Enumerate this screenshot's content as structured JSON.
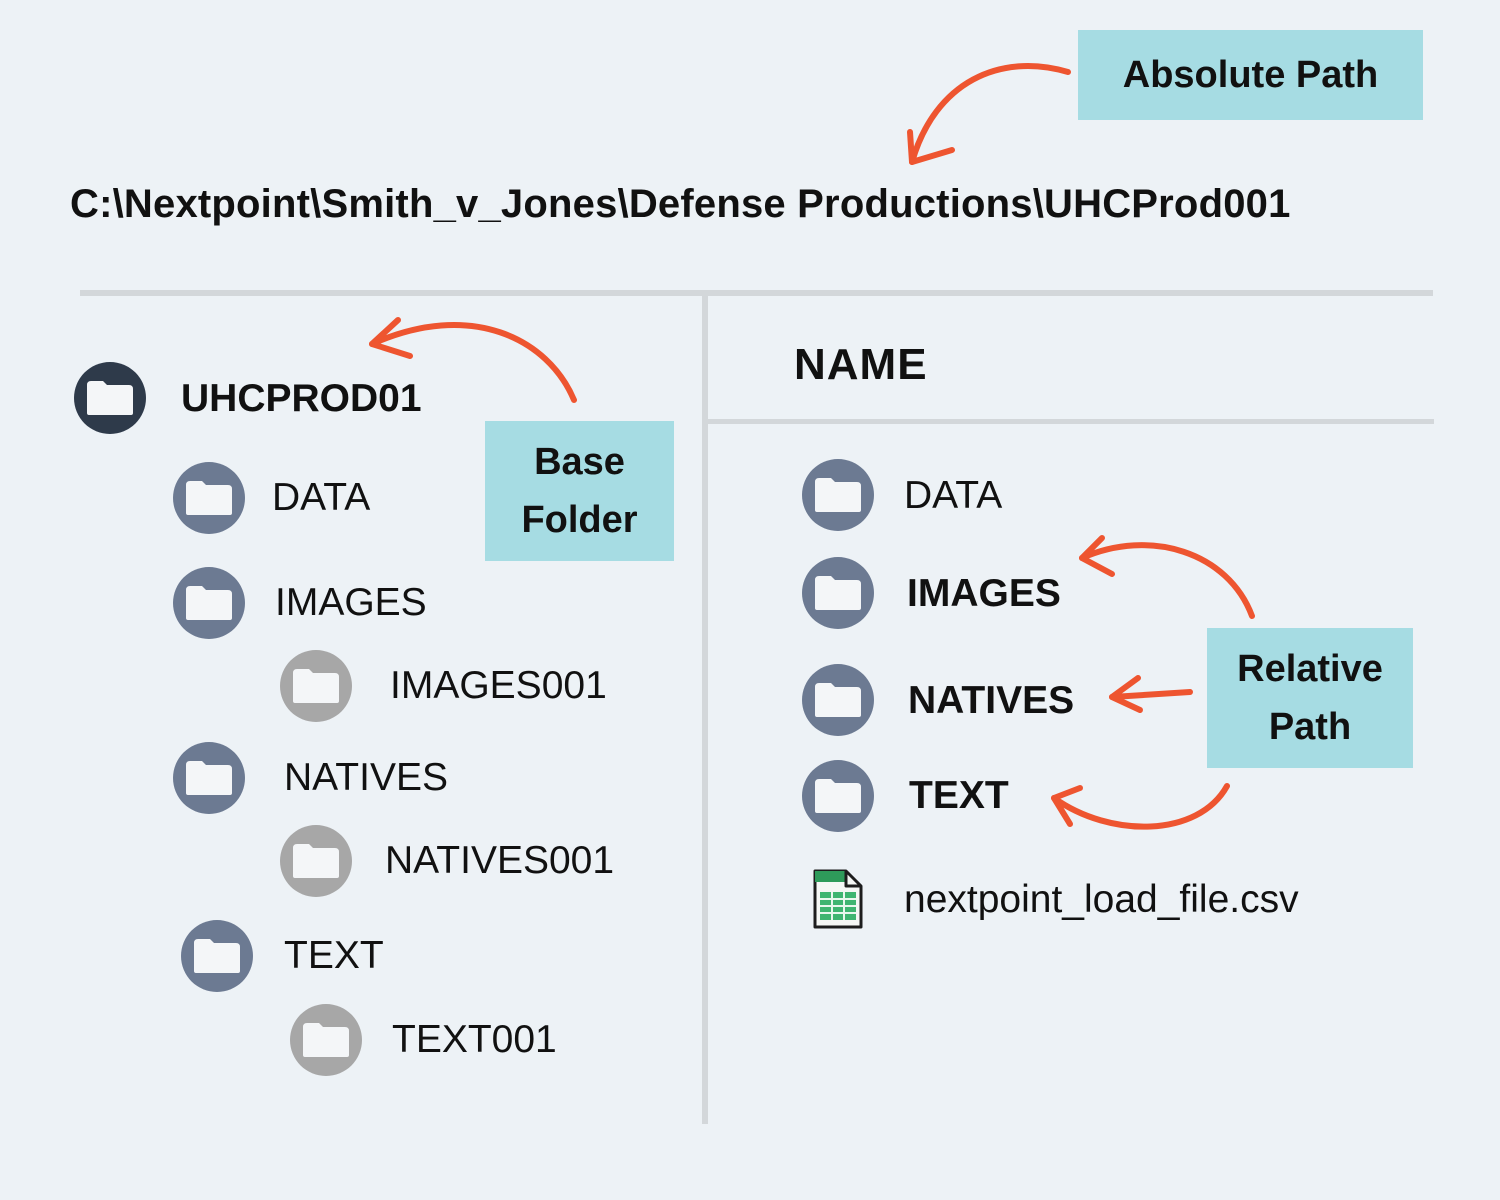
{
  "absolute_path_callout": "Absolute Path",
  "absolute_path": "C:\\Nextpoint\\Smith_v_Jones\\Defense Productions\\UHCProd001",
  "base_folder_callout": {
    "line1": "Base",
    "line2": "Folder"
  },
  "relative_path_callout": {
    "line1": "Relative",
    "line2": "Path"
  },
  "tree": {
    "root": "UHCPROD01",
    "data": "DATA",
    "images": "IMAGES",
    "images_sub": "IMAGES001",
    "natives": "NATIVES",
    "natives_sub": "NATIVES001",
    "text": "TEXT",
    "text_sub": "TEXT001"
  },
  "listing": {
    "header": "NAME",
    "items": [
      "DATA",
      "IMAGES",
      "NATIVES",
      "TEXT"
    ],
    "file": "nextpoint_load_file.csv"
  },
  "icons": {
    "root_folder": "folder-icon",
    "folder": "folder-icon",
    "subfolder": "folder-icon",
    "csv": "spreadsheet-file-icon",
    "arrow": "curved-arrow"
  },
  "colors": {
    "background": "#edf2f6",
    "callout": "#a6dce3",
    "arrow": "#ee5530",
    "root_folder_circle": "#2e3a4a",
    "folder_circle": "#6c7a92",
    "subfolder_circle": "#a7a7a7"
  }
}
